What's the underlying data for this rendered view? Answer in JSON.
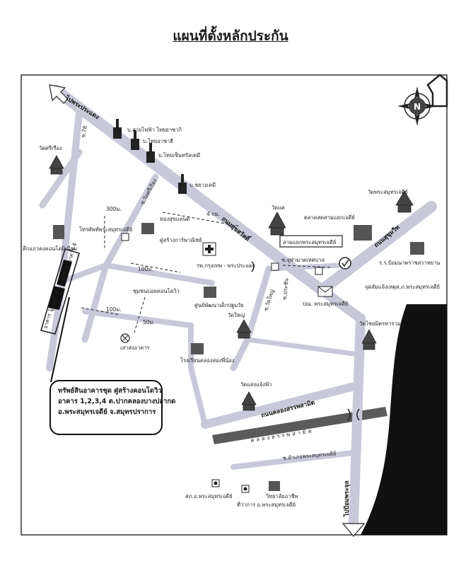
{
  "title": "แผนที่ตั้งหลักประกัน",
  "compass_label": "N",
  "roads": {
    "to_phra_pradaeng": "ไปพระประแดง",
    "sukhumvit": "ถนนสุขุมวิท",
    "suksawat": "ถนนสุขสวัสดิ์",
    "klong_sappasamit_rd": "ถนนคลองสรรพสามิต",
    "to_pom_phrachun": "ไปป้อมพระจุล",
    "soi_78": "ซ.78",
    "soi_wat_sri_rueang": "ซ.วัดศรีเรือง",
    "soi_wat_yai": "ซ.วัดใหญ่",
    "soi_pracha": "ซ.ประชัน",
    "soi_tessaban": "ซ.จุฬามาตเทศบาล",
    "soi_amphoe": "ซ.อำเภอพระสมุทรเจดีย์",
    "canal": "คลองสรรพสามิต"
  },
  "distances": {
    "d_300": "300ม.",
    "d_4km": "4 กม.",
    "d_100a": "100ม.",
    "d_100b": "100ม.",
    "d_50": "50ม."
  },
  "places": {
    "factory1": "บ.สายไฟฟ้า ไทยยาซากิ",
    "factory2": "บ.ไทยอาซาฮี",
    "factory3": "บ.ไทยเซ็นทรัลเคมี",
    "factory4": "บ.ชยางเคมี",
    "wat_sri_rueang": "วัดศรีเรือง",
    "old_dorm": "ตึกแถวคงคอนโดมิเนียม",
    "post_box": "โทรศัพท์พระสมุทรเจดีย์",
    "thong_suk": "ทองสุขแลนด์",
    "car_shop": "ศู่สร้างการ์พาณิชย์",
    "hospital": "รพ.กรุงเทพ - พระประแดง",
    "wat_yai_chan": "วัดแค",
    "market": "ตลาดสดสามแยกเจดีย์",
    "junction": "สามแยกพระสมุทรเจดีย์",
    "wat_phra_samut": "วัดพระสมุทรเจดีย์",
    "school_pom": "ร.ร.ป้อมนาคราชสวาทยาน",
    "police": "จุดสัมแจ้งเหตุส.ภ.พระสมุทรเจดีย์",
    "post_office": "ปณ. พระสมุทรเจดีย์",
    "condo_village": "ชุมชนบ่อยคอนโดวิว",
    "center_kids": "ศูนย์พัฒนาเด็กปฐมวัย",
    "wat_yai": "วัดใหญ่",
    "wat_chulamani": "วัดไชยมิตรทาราม",
    "law_office": "เสาส่งอาคาร",
    "school_klong": "โรงเรียนคลองสองพี่น้อง",
    "wat_saeng_chan": "วัดแสงแจ้งฟ้า",
    "district_office": "สภ.อ.พระสมุทรเจดีย์",
    "district_hall": "ที่ว่าการ อ.พระสมุทรเจดีย์",
    "college": "วิทยาลัยอาชีพ"
  },
  "buildings": {
    "b1": "อาคาร 1",
    "b2": "อาคาร 2",
    "b3": "อาคาร 3",
    "b4": "อาคาร 4"
  },
  "callout_lines": [
    "ทรัพย์สินอาคารชุด ศู่สร้างคอนโดวิว",
    "อาคาร 1,2,3,4 ต.ปากคลองบางปลากด",
    "อ.พระสมุทรเจดีย์ จ.สมุทรปราการ"
  ]
}
